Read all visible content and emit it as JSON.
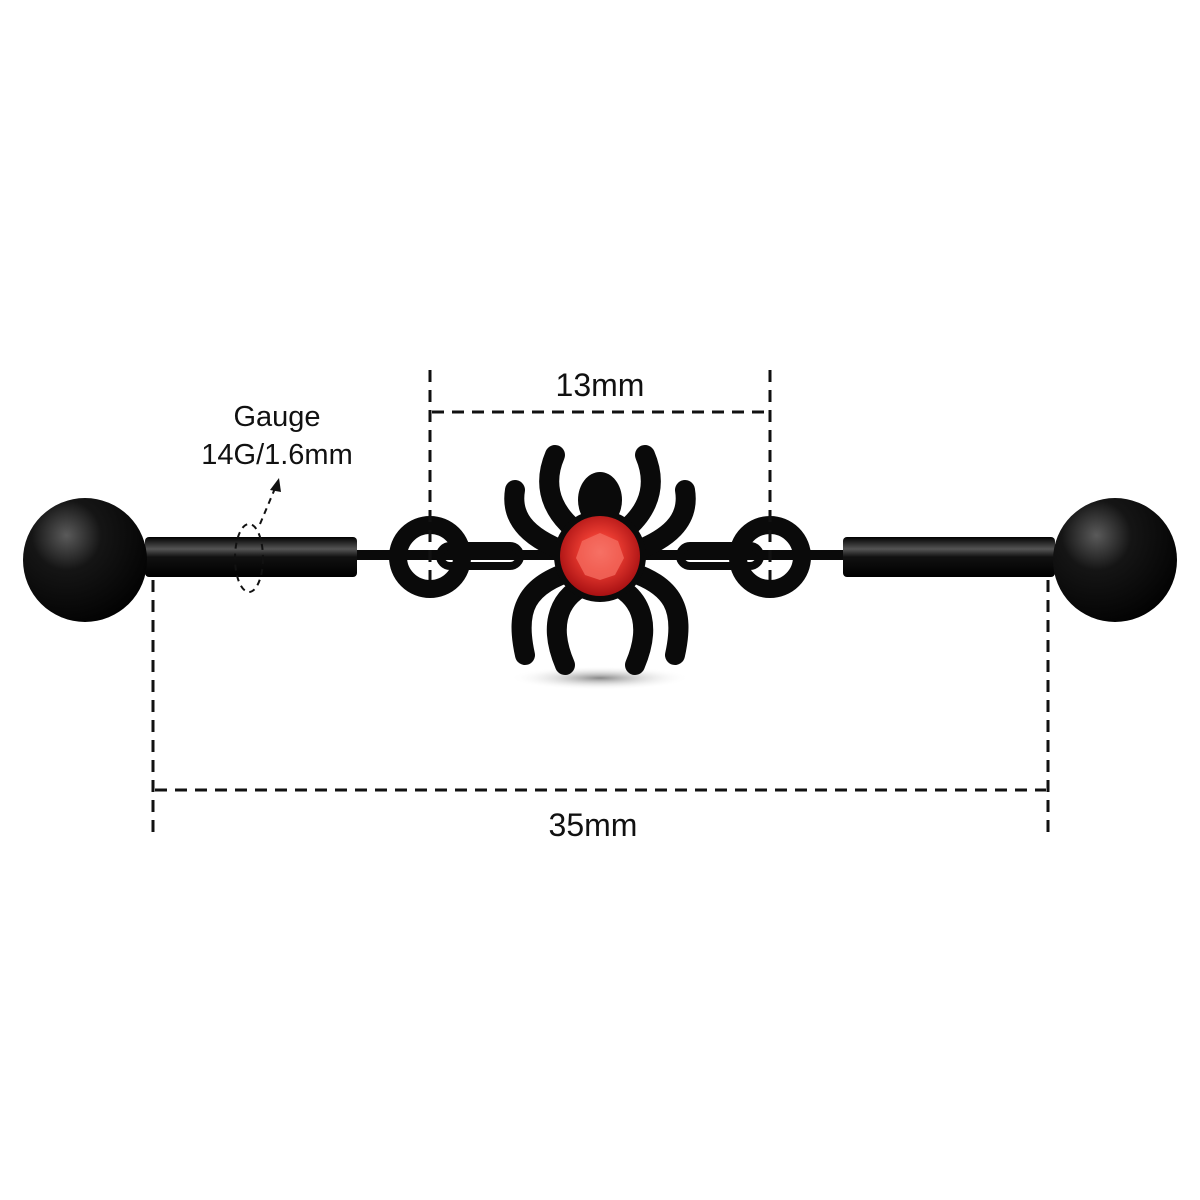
{
  "dimensions": {
    "spider_width": "13mm",
    "bar_length": "35mm"
  },
  "gauge": {
    "title": "Gauge",
    "value": "14G/1.6mm"
  },
  "colors": {
    "metal": "#0a0a0a",
    "gem": "#d8141a",
    "line": "#111111"
  }
}
